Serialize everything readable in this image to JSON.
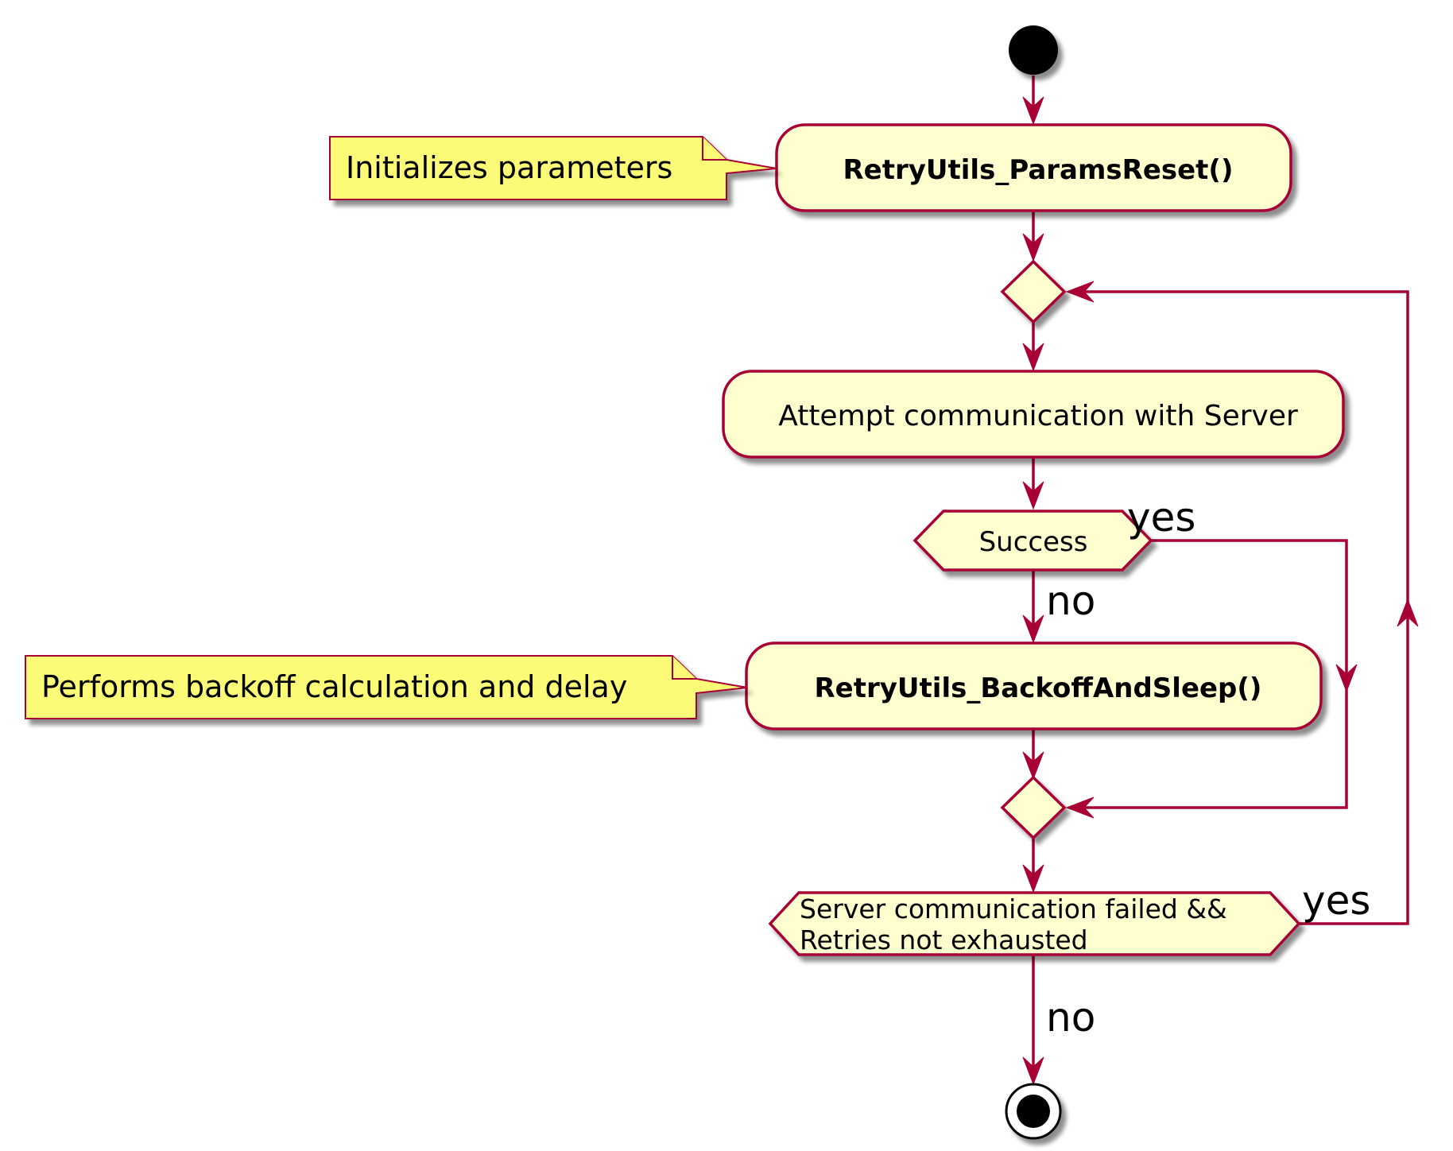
{
  "diagram": {
    "activities": {
      "params_reset": "RetryUtils_ParamsReset()",
      "attempt": "Attempt communication with Server",
      "backoff": "RetryUtils_BackoffAndSleep()"
    },
    "decisions": {
      "success": "Success",
      "loop_condition_line1": "Server communication failed &&",
      "loop_condition_line2": "Retries not exhausted"
    },
    "edge_labels": {
      "success_yes": "yes",
      "success_no": "no",
      "loop_yes": "yes",
      "loop_no": "no"
    },
    "notes": {
      "params_reset_note": "Initializes parameters",
      "backoff_note": "Performs backoff calculation and delay"
    },
    "colors": {
      "line": "#A80036",
      "activity_fill": "#FEFECE",
      "note_fill": "#FBFB77",
      "start_end": "#000000"
    }
  }
}
